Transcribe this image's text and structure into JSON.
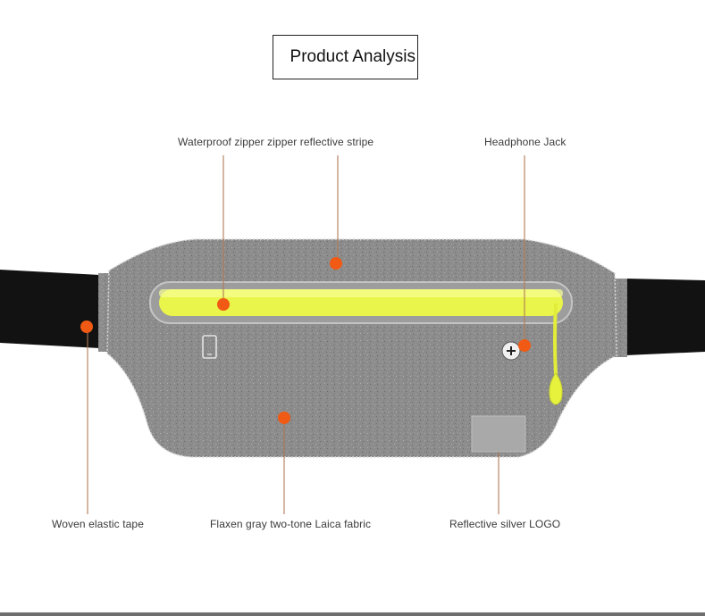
{
  "title": "Product Analysis",
  "labels": {
    "zipper": "Waterproof zipper zipper reflective stripe",
    "headphone": "Headphone Jack",
    "tape": "Woven elastic tape",
    "fabric": "Flaxen gray two-tone Laica fabric",
    "logo": "Reflective silver LOGO"
  },
  "colors": {
    "marker": "#f05a14",
    "leader_line": "#b07a55",
    "fabric": "#8a8a8a",
    "strap": "#121212",
    "reflective_stripe": "#e9f54a"
  }
}
